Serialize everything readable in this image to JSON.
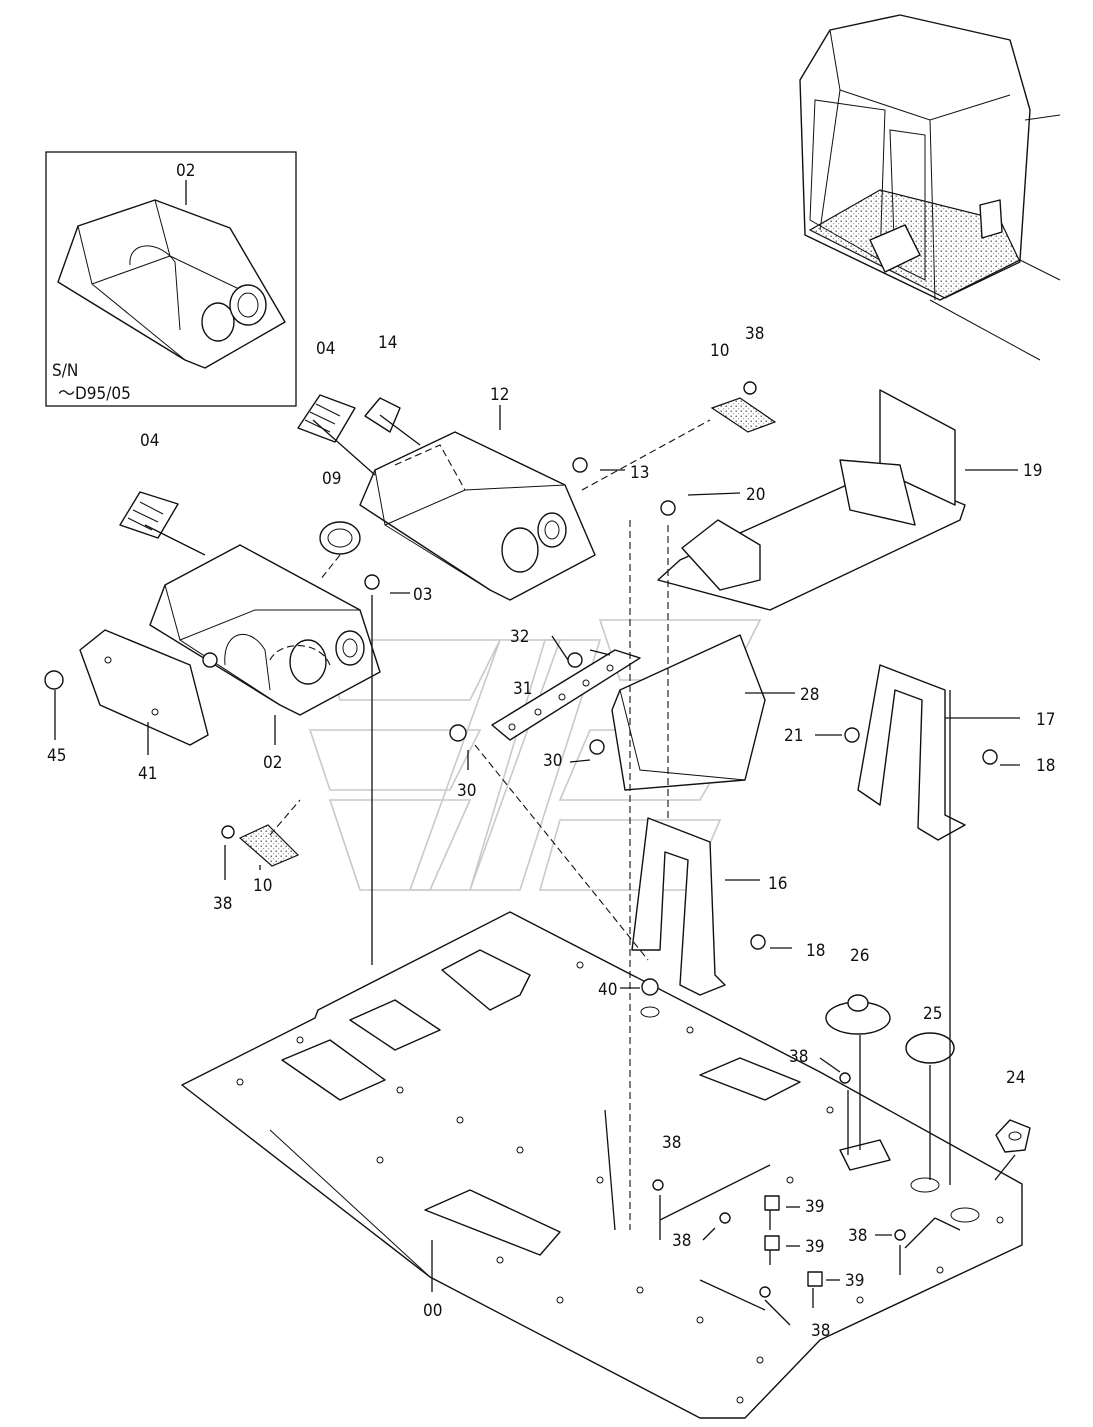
{
  "inset": {
    "part_label": "02",
    "serial_label": "S/N",
    "serial_value": "～D95/05"
  },
  "callouts": [
    {
      "id": "00",
      "text": "00"
    },
    {
      "id": "02",
      "text": "02"
    },
    {
      "id": "03",
      "text": "03"
    },
    {
      "id": "04a",
      "text": "04"
    },
    {
      "id": "04b",
      "text": "04"
    },
    {
      "id": "09",
      "text": "09"
    },
    {
      "id": "10a",
      "text": "10"
    },
    {
      "id": "10b",
      "text": "10"
    },
    {
      "id": "12",
      "text": "12"
    },
    {
      "id": "13",
      "text": "13"
    },
    {
      "id": "14",
      "text": "14"
    },
    {
      "id": "16",
      "text": "16"
    },
    {
      "id": "17",
      "text": "17"
    },
    {
      "id": "18a",
      "text": "18"
    },
    {
      "id": "18b",
      "text": "18"
    },
    {
      "id": "19",
      "text": "19"
    },
    {
      "id": "20",
      "text": "20"
    },
    {
      "id": "21",
      "text": "21"
    },
    {
      "id": "24",
      "text": "24"
    },
    {
      "id": "25",
      "text": "25"
    },
    {
      "id": "26",
      "text": "26"
    },
    {
      "id": "28",
      "text": "28"
    },
    {
      "id": "30a",
      "text": "30"
    },
    {
      "id": "30b",
      "text": "30"
    },
    {
      "id": "31",
      "text": "31"
    },
    {
      "id": "32",
      "text": "32"
    },
    {
      "id": "38a",
      "text": "38"
    },
    {
      "id": "38b",
      "text": "38"
    },
    {
      "id": "38c",
      "text": "38"
    },
    {
      "id": "38d",
      "text": "38"
    },
    {
      "id": "38e",
      "text": "38"
    },
    {
      "id": "38f",
      "text": "38"
    },
    {
      "id": "38g",
      "text": "38"
    },
    {
      "id": "39a",
      "text": "39"
    },
    {
      "id": "39b",
      "text": "39"
    },
    {
      "id": "39c",
      "text": "39"
    },
    {
      "id": "40",
      "text": "40"
    },
    {
      "id": "41",
      "text": "41"
    },
    {
      "id": "45",
      "text": "45"
    }
  ]
}
